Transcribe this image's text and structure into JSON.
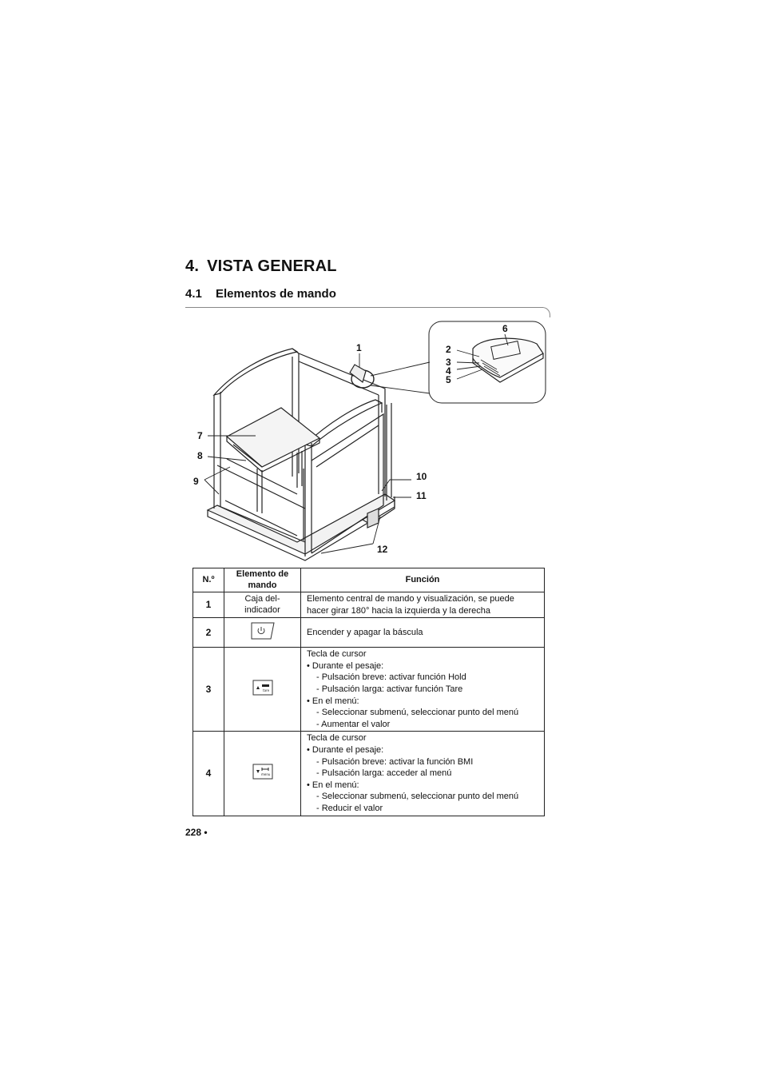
{
  "chapter": {
    "number": "4.",
    "title": "VISTA GENERAL"
  },
  "section": {
    "number": "4.1",
    "title": "Elementos de mando"
  },
  "illustration": {
    "callouts": [
      "1",
      "2",
      "3",
      "4",
      "5",
      "6",
      "7",
      "8",
      "9",
      "10",
      "11",
      "12"
    ]
  },
  "table": {
    "headers": {
      "no": "N.º",
      "element": "Elemento de mando",
      "function": "Función"
    },
    "rows": [
      {
        "no": "1",
        "element": "Caja del-indicador",
        "lines": [
          "Elemento central de mando y visualización, se puede",
          "hacer girar 180° hacia la izquierda y la derecha"
        ]
      },
      {
        "no": "2",
        "icon": "power-key-icon",
        "lines": [
          "Encender y apagar la báscula"
        ]
      },
      {
        "no": "3",
        "icon": "hold-tare-up-key-icon",
        "lines": [
          "Tecla de cursor",
          "• Durante el pesaje:",
          "- Pulsación breve: activar función Hold",
          "- Pulsación larga: activar función Tare",
          "• En el menú:",
          "- Seleccionar submenú, seleccionar punto del menú",
          "- Aumentar el valor"
        ]
      },
      {
        "no": "4",
        "icon": "bmi-menu-down-key-icon",
        "lines": [
          "Tecla de cursor",
          "• Durante el pesaje:",
          "- Pulsación breve: activar la función BMI",
          "- Pulsación larga: acceder al menú",
          "• En el menú:",
          "- Seleccionar submenú, seleccionar punto del menú",
          "- Reducir el valor"
        ]
      }
    ]
  },
  "footer": {
    "page": "228 •"
  },
  "key_labels": {
    "tare": "tare",
    "menu": "menu"
  }
}
